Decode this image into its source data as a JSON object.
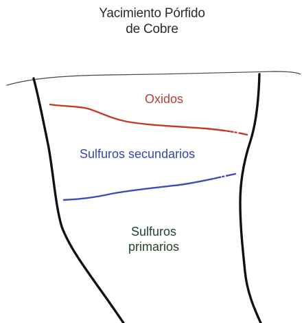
{
  "diagram": {
    "title_line1": "Yacimiento Pórfido",
    "title_line2": "de Cobre",
    "zones": {
      "oxidos": {
        "label": "Oxidos",
        "color": "#b5412f"
      },
      "secundarios": {
        "label": "Sulfuros secundarios",
        "color": "#3a46a4"
      },
      "primarios": {
        "label_line1": "Sulfuros",
        "label_line2": "primarios",
        "color": "#23422a"
      }
    },
    "colors": {
      "outline": "#111111",
      "ground_surface": "#444444",
      "oxide_boundary": "#c0392b",
      "sulfide_boundary": "#3b4cb8"
    }
  }
}
